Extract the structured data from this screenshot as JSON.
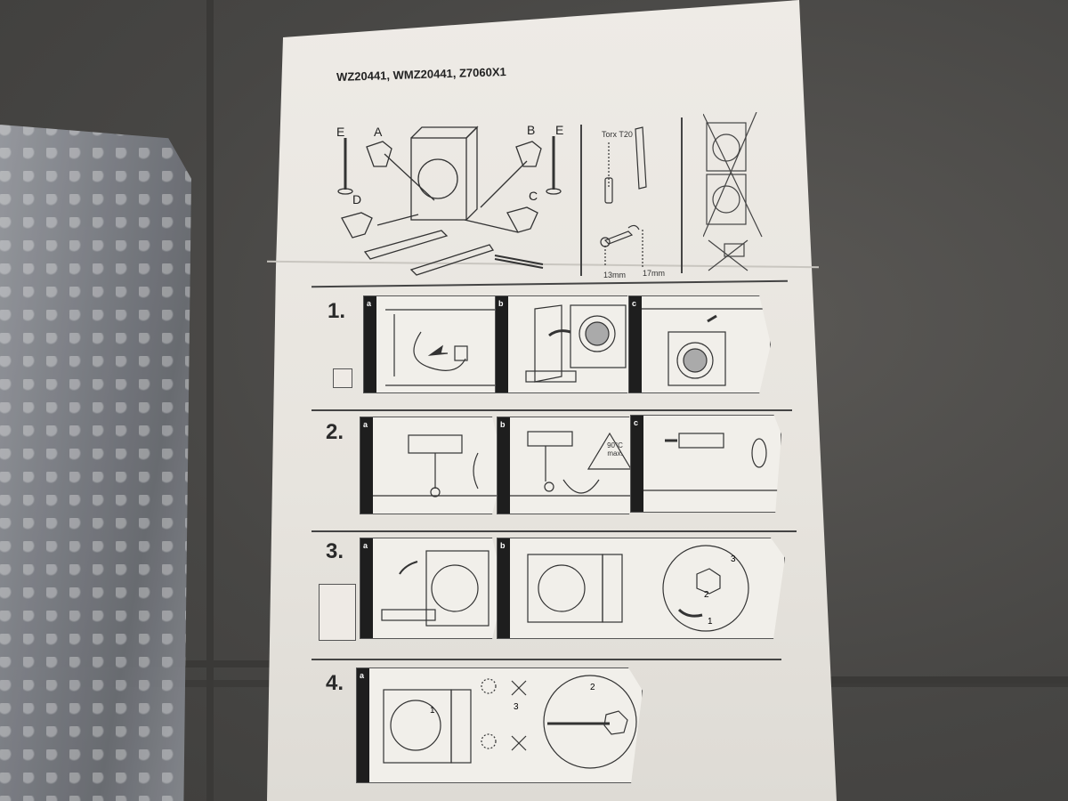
{
  "scene": {
    "description": "Photo of a printed installation instruction sheet lying on a tiled floor, bubble wrap at left"
  },
  "sheet": {
    "title": "WZ20441, WMZ20441, Z7060X1",
    "parts": {
      "labels": [
        "E",
        "A",
        "D",
        "B",
        "E",
        "C"
      ],
      "items": [
        {
          "id": "A",
          "name": "foot-bracket-a"
        },
        {
          "id": "B",
          "name": "foot-bracket-b"
        },
        {
          "id": "C",
          "name": "foot-bracket-c"
        },
        {
          "id": "D",
          "name": "foot-bracket-d"
        },
        {
          "id": "E",
          "name": "threaded-rod-with-foot"
        }
      ]
    },
    "tools": {
      "screwdriver": "Torx T20",
      "wrench_small": "13mm",
      "wrench_large": "17mm"
    },
    "warning_icons": [
      "no-stacking-icon",
      "no-drill-icon"
    ],
    "steps": [
      {
        "number": "1.",
        "panels": [
          "a",
          "b",
          "c"
        ],
        "side_icon": "unplug-icon"
      },
      {
        "number": "2.",
        "panels": [
          "a",
          "b",
          "c"
        ],
        "badge": "90°C max."
      },
      {
        "number": "3.",
        "panels": [
          "a",
          "b"
        ],
        "callouts": [
          "1",
          "2",
          "3"
        ],
        "side_icon": "no-stack-icon"
      },
      {
        "number": "4.",
        "panels": [
          "a"
        ],
        "callouts": [
          "1",
          "2",
          "3"
        ]
      }
    ]
  }
}
